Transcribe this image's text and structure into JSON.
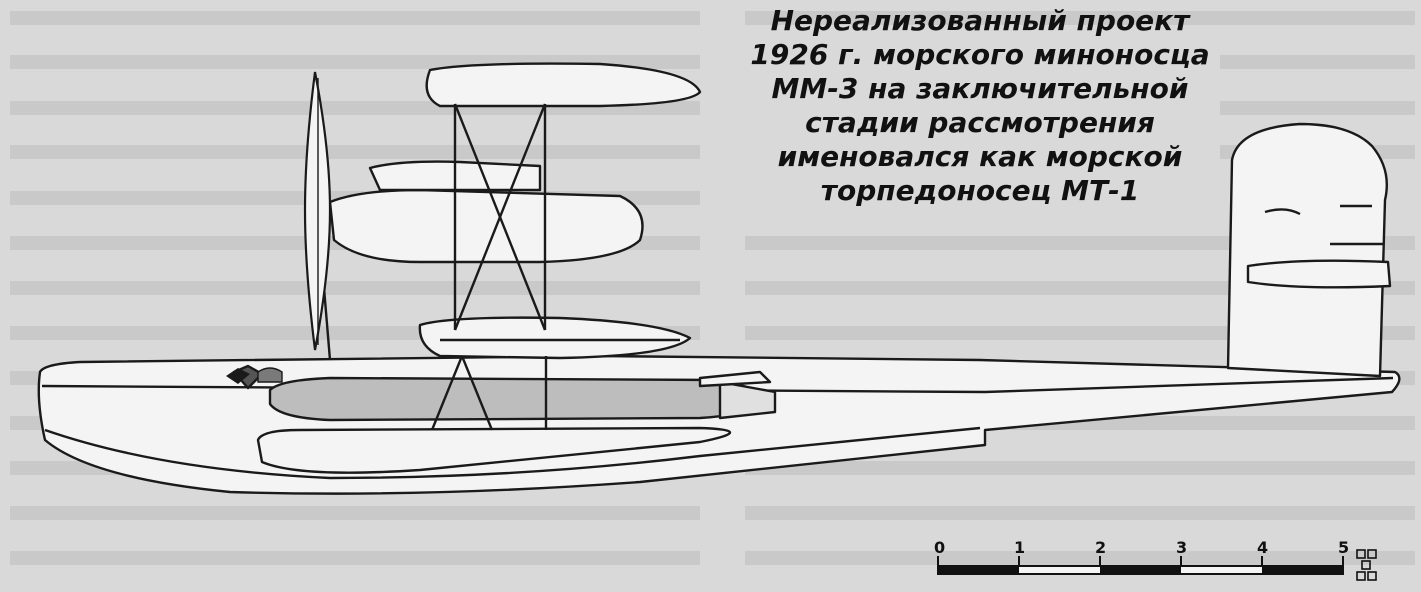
{
  "caption": {
    "lines": [
      "Нереализованный проект",
      "1926 г. морского миноносца",
      "ММ-3 на заключительной",
      "стадии рассмотрения",
      "именовался как морской",
      "торпедоносец МТ-1"
    ]
  },
  "scale": {
    "labels": [
      "0",
      "1",
      "2",
      "3",
      "4",
      "5"
    ]
  }
}
